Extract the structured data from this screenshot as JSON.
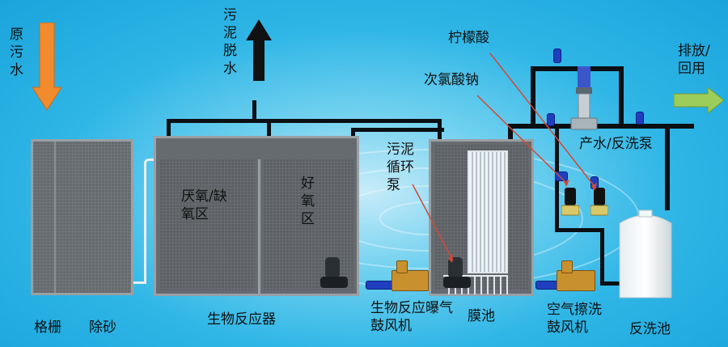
{
  "labels": {
    "raw_sewage": "原污水",
    "sludge_dewater": "污泥脱水",
    "discharge_reuse": "排放/回用",
    "citric_acid": "柠檬酸",
    "sodium_hypochlorite": "次氯酸钠",
    "product_backwash_pump": "产水/反洗泵",
    "anaerobic_anoxic_zone": "厌氧/缺氧区",
    "aerobic_zone": "好氧区",
    "sludge_recycle_pump": "污泥循环泵",
    "screen": "格栅",
    "grit_removal": "除砂",
    "bioreactor": "生物反应器",
    "bio_reaction_aeration_blower": "生物反应曝气鼓风机",
    "membrane_tank": "膜池",
    "air_scour_blower": "空气擦洗鼓风机",
    "backwash_tank": "反洗池"
  },
  "colors": {
    "background": "#2fb6e6",
    "inflow_arrow": "#f28a2e",
    "sludge_arrow": "#111111",
    "outflow_arrow": "#9ccc5a",
    "tank": "#666b6f",
    "pipe": "#0a0f14",
    "blower": "#c9912e",
    "annotation_line": "#d04a3a"
  }
}
